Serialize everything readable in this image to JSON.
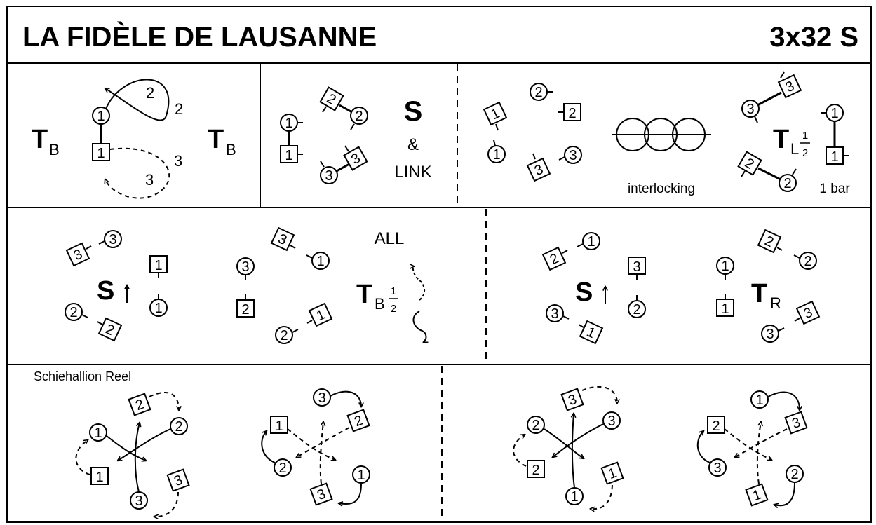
{
  "title": "LA FIDÈLE DE LAUSANNE",
  "formation": "3x32 S",
  "row1": {
    "p1": {
      "left_formation": "T",
      "left_sub": "B",
      "right_formation": "T",
      "right_sub": "B",
      "n1": "1",
      "n2": "2",
      "n3": "3"
    },
    "p2": {
      "s": "S",
      "amp": "&",
      "link": "LINK",
      "n1": "1",
      "n2": "2",
      "n3": "3"
    },
    "p3": {
      "n1": "1",
      "n2": "2",
      "n3": "3",
      "interlocking": "interlocking",
      "t": "T",
      "t_sub": "L",
      "frac_num": "1",
      "frac_den": "2",
      "bar": "1 bar"
    }
  },
  "row2": {
    "p1": {
      "s": "S",
      "all": "ALL",
      "t": "T",
      "t_sub": "B",
      "frac_num": "1",
      "frac_den": "2",
      "n1": "1",
      "n2": "2",
      "n3": "3"
    },
    "p2": {
      "s": "S",
      "t": "T",
      "t_sub": "R",
      "n1": "1",
      "n2": "2",
      "n3": "3"
    }
  },
  "row3": {
    "label": "Schiehallion Reel",
    "n1": "1",
    "n2": "2",
    "n3": "3"
  }
}
